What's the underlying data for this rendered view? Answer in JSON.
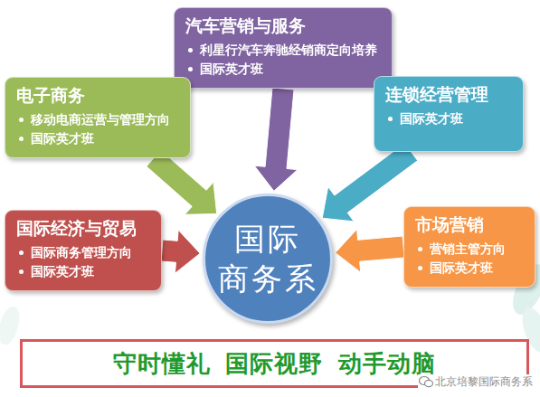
{
  "diagram": {
    "nodes": [
      {
        "text": [
          "汽车营销与服务",
          "利星行汽车奔驰经销商定向培养",
          "国际英才班"
        ]
      },
      {
        "text": [
          "电子商务",
          "移动电商运营与管理方向",
          "国际英才班"
        ]
      },
      {
        "text": [
          "连锁经营管理",
          "国际英才班"
        ]
      },
      {
        "text": [
          "国际 商务系"
        ]
      },
      {
        "text": [
          "市场营销",
          "营销主管方向",
          "国际英才班"
        ]
      },
      {
        "text": [
          "国际经济与贸易",
          "国际商务管理方向",
          "国际英才班"
        ]
      },
      {
        "text": [
          "守时懂礼 国际视野 动手动脑"
        ]
      }
    ],
    "edges": [
      {
        "from": 0,
        "to": 3,
        "arrow": "to"
      },
      {
        "from": 1,
        "to": 3,
        "arrow": "to"
      },
      {
        "from": 2,
        "to": 3,
        "arrow": "to"
      },
      {
        "from": 4,
        "to": 3,
        "arrow": "to"
      },
      {
        "from": 5,
        "to": 3,
        "arrow": "to"
      }
    ],
    "labels": [
      "北京培黎国际商务系"
    ]
  }
}
